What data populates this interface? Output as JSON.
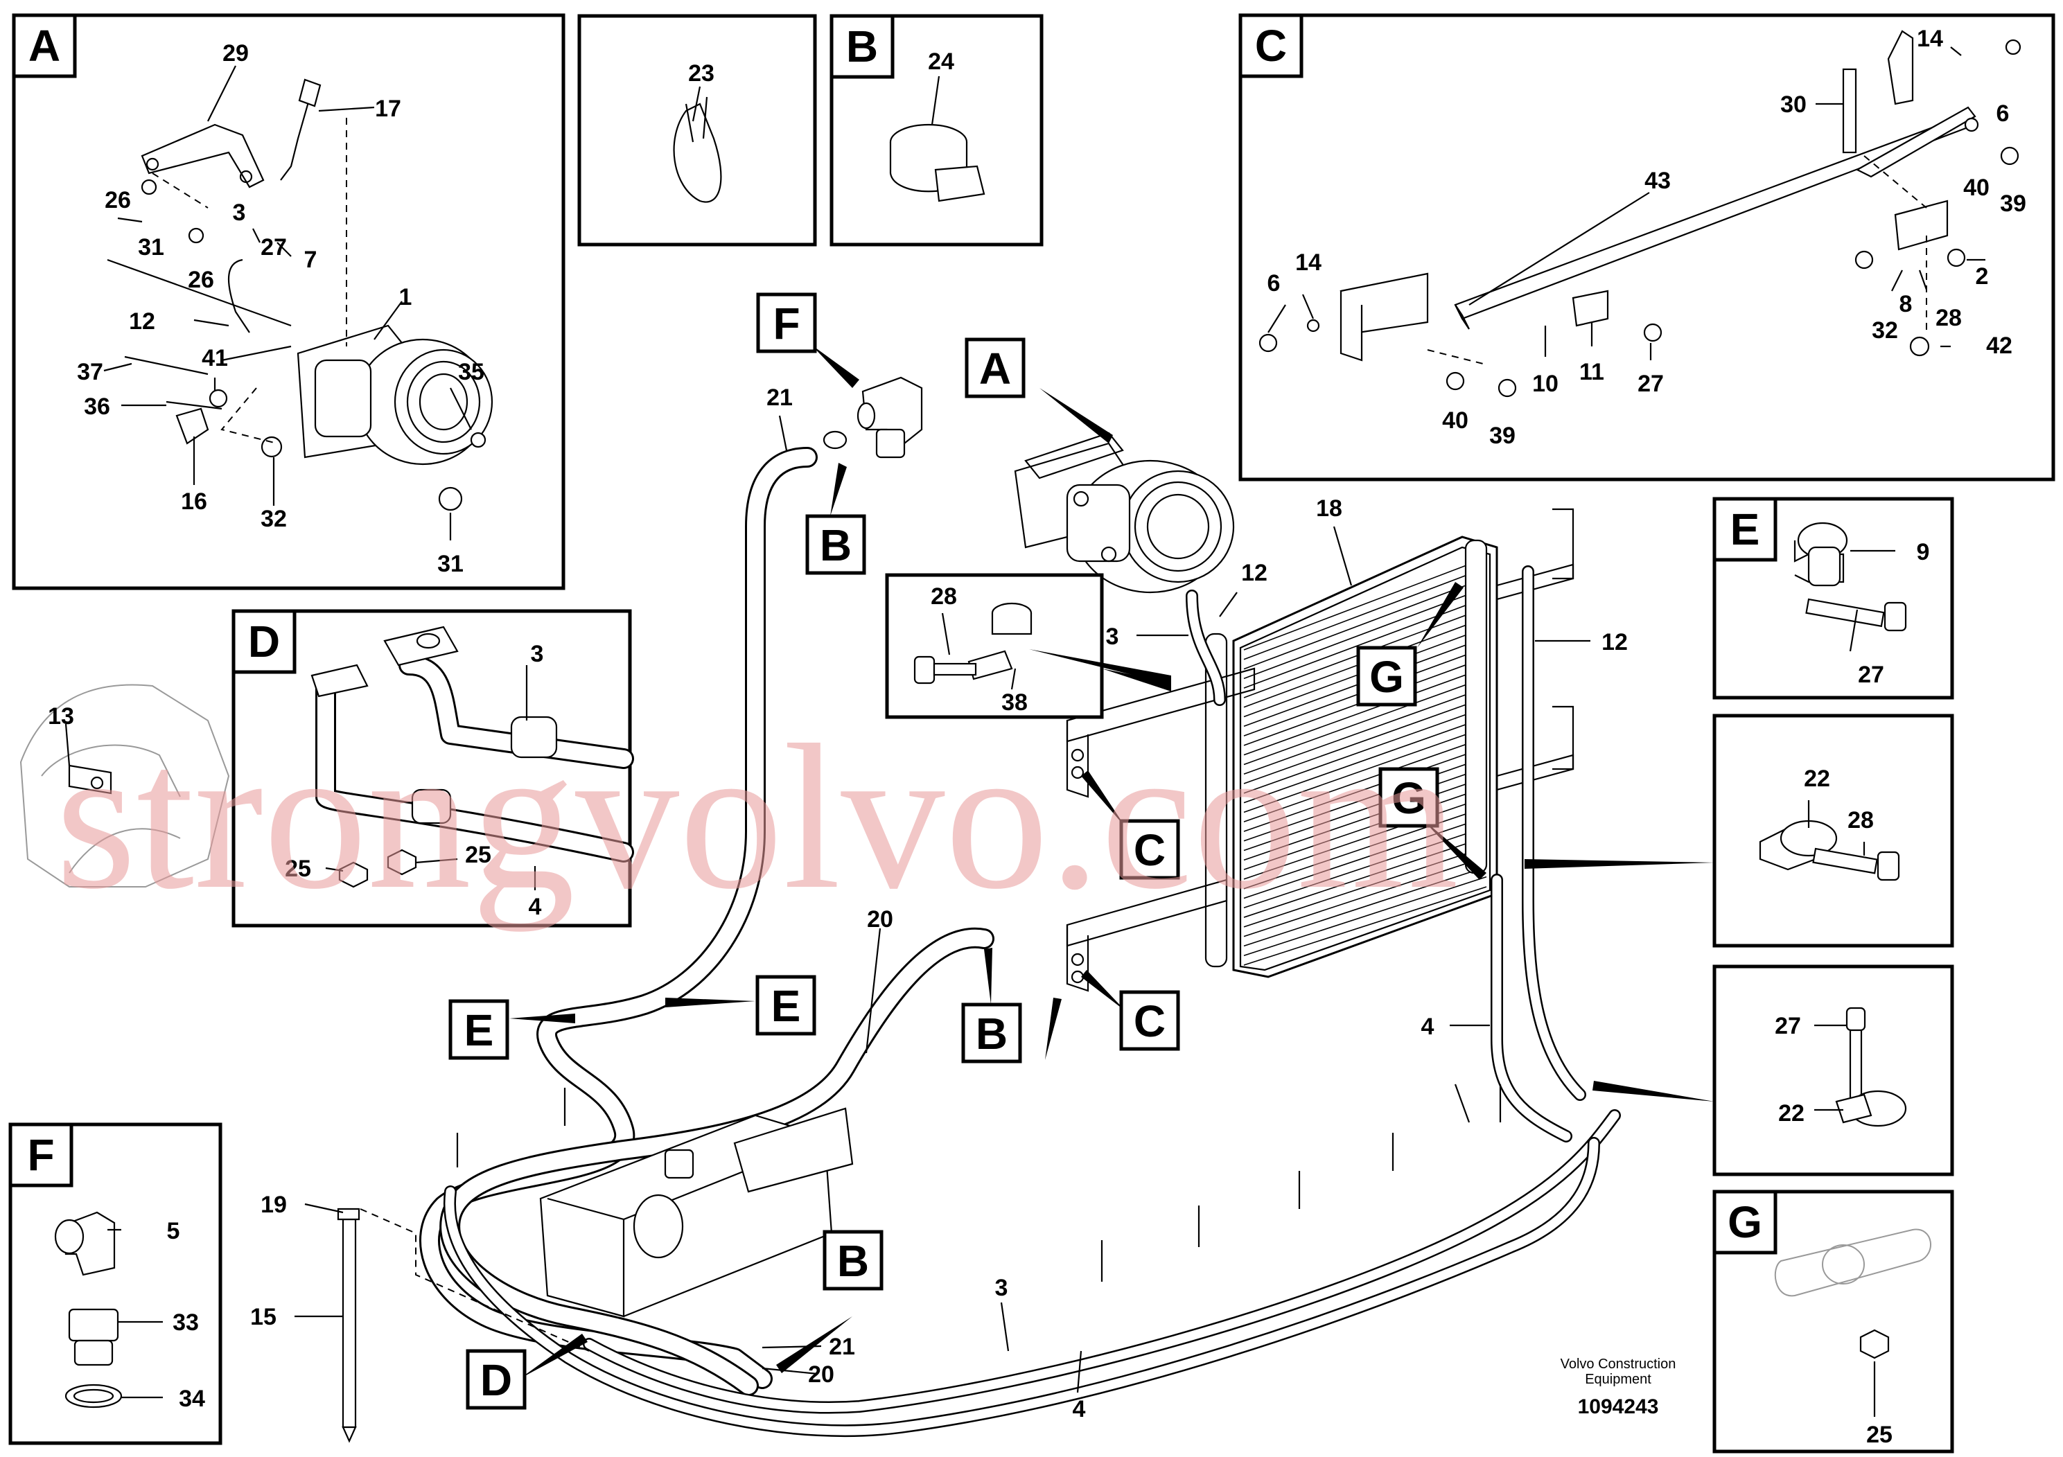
{
  "panels": {
    "A": {
      "letter": "A",
      "labels": [
        "29",
        "17",
        "26",
        "31",
        "3",
        "27",
        "7",
        "26",
        "12",
        "1",
        "41",
        "37",
        "35",
        "36",
        "16",
        "32",
        "31"
      ]
    },
    "box23": {
      "labels": [
        "23"
      ]
    },
    "B": {
      "letter": "B",
      "labels": [
        "24"
      ]
    },
    "C": {
      "letter": "C",
      "labels": [
        "14",
        "30",
        "6",
        "43",
        "40",
        "39",
        "6",
        "14",
        "2",
        "32",
        "8",
        "28",
        "42",
        "10",
        "11",
        "27",
        "40",
        "39"
      ]
    },
    "D": {
      "letter": "D",
      "labels": [
        "3",
        "25",
        "25",
        "4"
      ]
    },
    "E": {
      "letter": "E",
      "labels": [
        "9",
        "27"
      ]
    },
    "E2": {
      "labels": [
        "22",
        "28"
      ]
    },
    "E3": {
      "labels": [
        "27",
        "22"
      ]
    },
    "F": {
      "letter": "F",
      "labels": [
        "5",
        "33",
        "34"
      ]
    },
    "G": {
      "letter": "G",
      "labels": [
        "25"
      ]
    },
    "detail28": {
      "labels": [
        "28",
        "38"
      ]
    }
  },
  "main": {
    "labels": [
      "21",
      "18",
      "12",
      "3",
      "12",
      "13",
      "20",
      "4",
      "19",
      "15",
      "3",
      "21",
      "20",
      "4"
    ],
    "callouts": [
      "F",
      "B",
      "A",
      "G",
      "G",
      "C",
      "C",
      "E",
      "E",
      "B",
      "B",
      "D"
    ]
  },
  "footer": {
    "company_line1": "Volvo Construction",
    "company_line2": "Equipment",
    "part_number": "1094243"
  },
  "watermark": "strongvolvo.com"
}
